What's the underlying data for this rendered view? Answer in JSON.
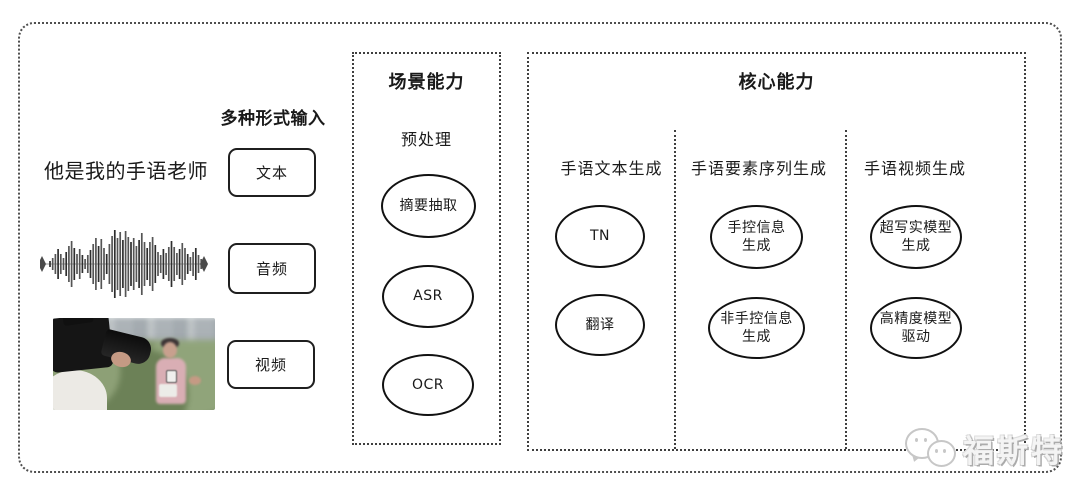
{
  "inputs": {
    "header": "多种形式输入",
    "sentence": "他是我的手语老师",
    "items": [
      {
        "label": "文本"
      },
      {
        "label": "音频"
      },
      {
        "label": "视频"
      }
    ]
  },
  "scene": {
    "title": "场景能力",
    "subtitle": "预处理",
    "nodes": [
      "摘要抽取",
      "ASR",
      "OCR"
    ]
  },
  "core": {
    "title": "核心能力",
    "columns": [
      {
        "header": "手语文本生成",
        "nodes": [
          "TN",
          "翻译"
        ]
      },
      {
        "header": "手语要素序列生成",
        "nodes": [
          "手控信息\n生成",
          "非手控信息\n生成"
        ]
      },
      {
        "header": "手语视频生成",
        "nodes": [
          "超写实模型\n生成",
          "高精度模型\n驱动"
        ]
      }
    ]
  },
  "watermark": {
    "brand": "福斯特"
  },
  "colors": {
    "ink": "#1a1a1a",
    "dotted_border": "#3f3f3f",
    "watermark_gray": "#c7c7c7"
  }
}
